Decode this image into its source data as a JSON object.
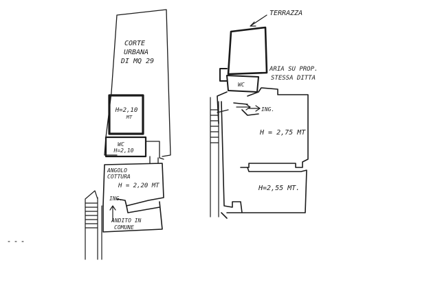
{
  "left_plan": {
    "corte_line1": "CORTE",
    "corte_line2": "URBANA",
    "corte_line3": "DI MQ 29",
    "room_height_line1": "H=2,10",
    "room_height_line2": "MT",
    "wc_line1": "WC",
    "wc_line2": "H=2,10",
    "cottura_line1": "ANGOLO",
    "cottura_line2": "COTTURA",
    "cottura_height": "H = 2,20 MT",
    "ingresso": "ING.",
    "andito_line1": "ANDITO IN",
    "andito_line2": "COMUNE"
  },
  "right_plan": {
    "terrazza": "TERRAZZA",
    "wc": "WC",
    "aria_line1": "ARIA SU PROP.",
    "aria_line2": "STESSA DITTA",
    "ingresso": "ING.",
    "upper_height": "H = 2,75 MT",
    "lower_height": "H=2,55 MT."
  }
}
